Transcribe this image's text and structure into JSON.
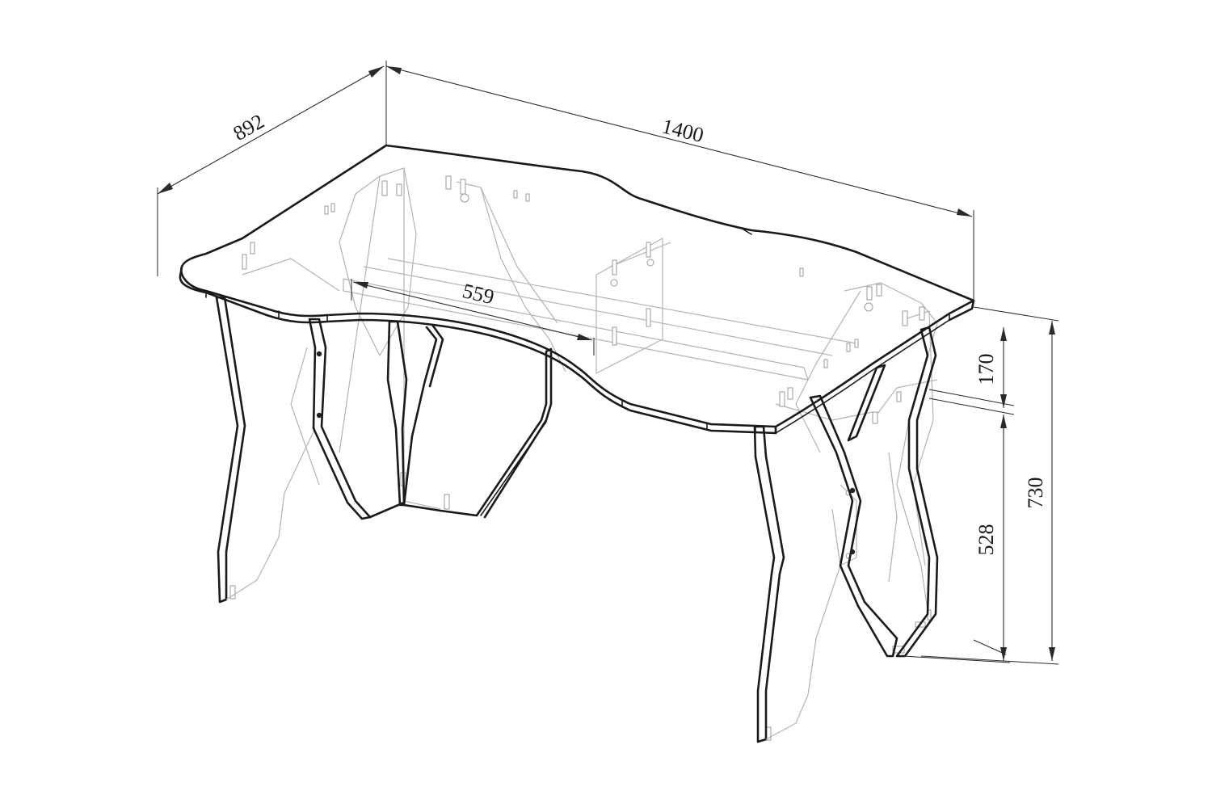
{
  "drawing": {
    "subject": "desk",
    "view": "isometric"
  },
  "dimensions": {
    "depth": "892",
    "width": "1400",
    "inner_span": "559",
    "upper_gap": "170",
    "lower_height": "528",
    "total_height": "730"
  },
  "colors": {
    "line": "#1a1a1a",
    "hidden_line": "#b4b4b4",
    "background": "#ffffff"
  }
}
